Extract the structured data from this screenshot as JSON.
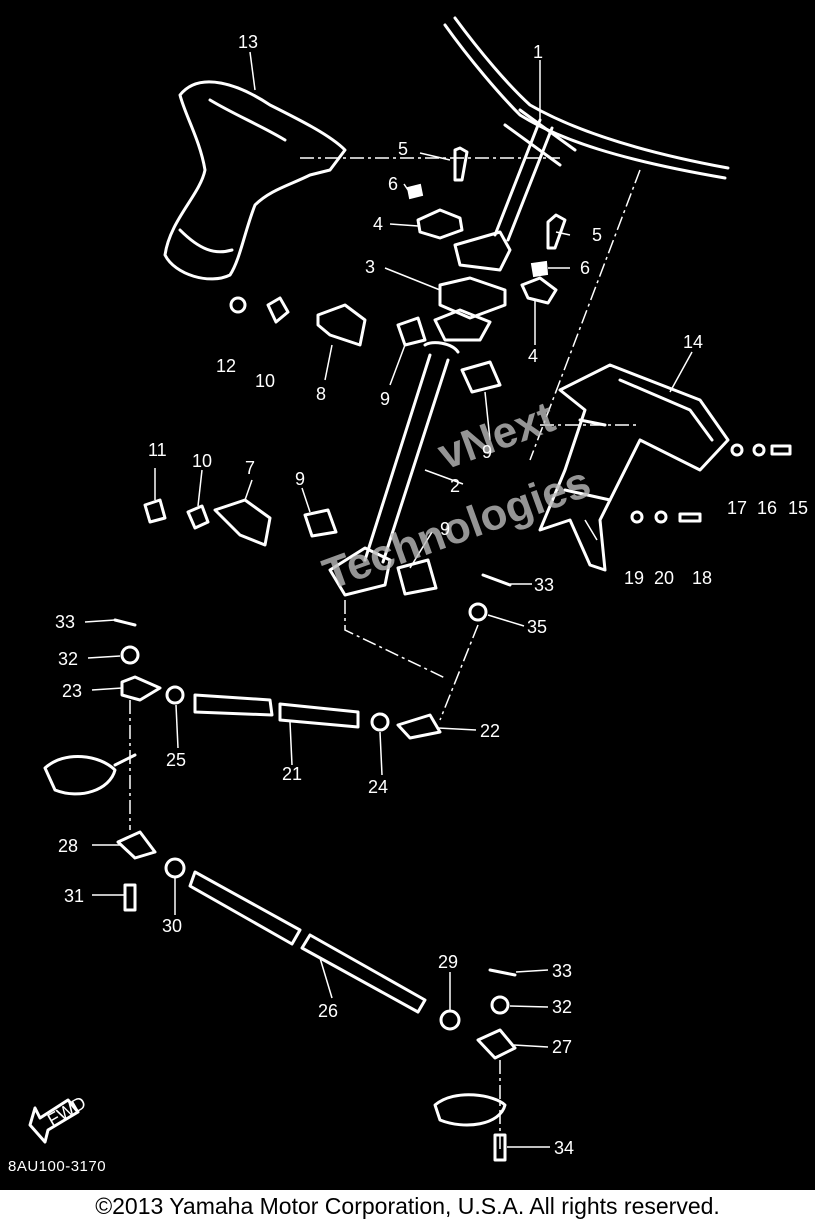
{
  "diagram": {
    "code": "8AU100-3170",
    "watermark_line1": "vNext",
    "watermark_line2": "Technologies",
    "fwd_label": "FWD",
    "callouts": {
      "c1": "1",
      "c2": "2",
      "c3": "3",
      "c4a": "4",
      "c4b": "4",
      "c5a": "5",
      "c5b": "5",
      "c6a": "6",
      "c6b": "6",
      "c7": "7",
      "c8": "8",
      "c9a": "9",
      "c9b": "9",
      "c9c": "9",
      "c9d": "9",
      "c10a": "10",
      "c10b": "10",
      "c11": "11",
      "c12": "12",
      "c13": "13",
      "c14": "14",
      "c15": "15",
      "c16": "16",
      "c17": "17",
      "c18": "18",
      "c19": "19",
      "c20": "20",
      "c21": "21",
      "c22": "22",
      "c23": "23",
      "c24": "24",
      "c25": "25",
      "c26": "26",
      "c27": "27",
      "c28": "28",
      "c29": "29",
      "c30": "30",
      "c31": "31",
      "c32a": "32",
      "c32b": "32",
      "c33a": "33",
      "c33b": "33",
      "c33c": "33",
      "c34": "34",
      "c35": "35"
    }
  },
  "footer": {
    "copyright": "©2013 Yamaha Motor Corporation, U.S.A. All rights reserved."
  }
}
